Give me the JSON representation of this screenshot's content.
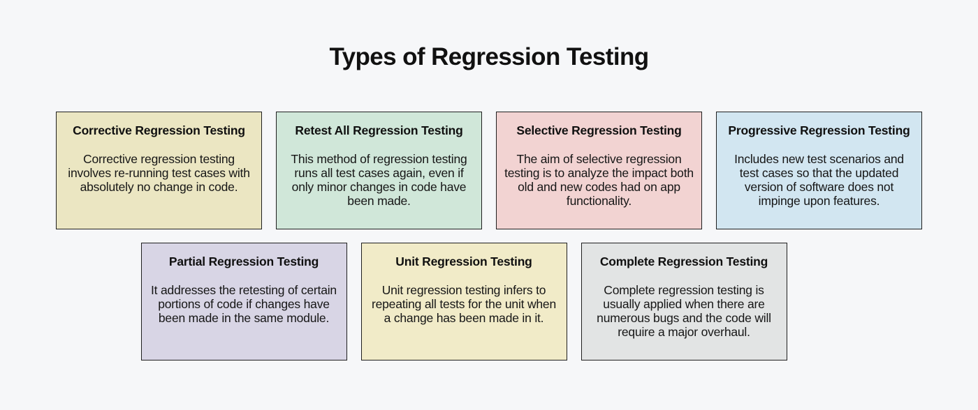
{
  "page": {
    "title": "Types of Regression Testing"
  },
  "colors": {
    "page_background": "#f6f7f9",
    "card_border": "#1f1f1f",
    "title_text": "#111111",
    "body_text": "#161616"
  },
  "cards": [
    {
      "title": "Corrective Regression Testing",
      "body": "Corrective regression testing involves re-running test cases with absolutely no change in code.",
      "color": "#ebe6c2"
    },
    {
      "title": "Retest All Regression Testing",
      "body": "This method of regression testing runs all test cases again, even if only minor changes in code have been made.",
      "color": "#d0e7d9"
    },
    {
      "title": "Selective Regression Testing",
      "body": "The aim of selective regression testing is to analyze the impact both old and new codes had on app functionality.",
      "color": "#f2d3d2"
    },
    {
      "title": "Progressive Regression Testing",
      "body": "Includes new test scenarios and test cases so that the updated version of software does not impinge upon features.",
      "color": "#d2e6f1"
    },
    {
      "title": "Partial Regression Testing",
      "body": "It addresses the retesting of certain portions of code if changes have been made in the same module.",
      "color": "#d8d5e5"
    },
    {
      "title": "Unit Regression Testing",
      "body": "Unit regression testing infers to repeating all tests for the unit when a change has been made in it.",
      "color": "#f1ebc8"
    },
    {
      "title": "Complete Regression Testing",
      "body": "Complete regression testing is usually applied when there are numerous bugs and the code will require a major overhaul.",
      "color": "#e2e4e4"
    }
  ]
}
